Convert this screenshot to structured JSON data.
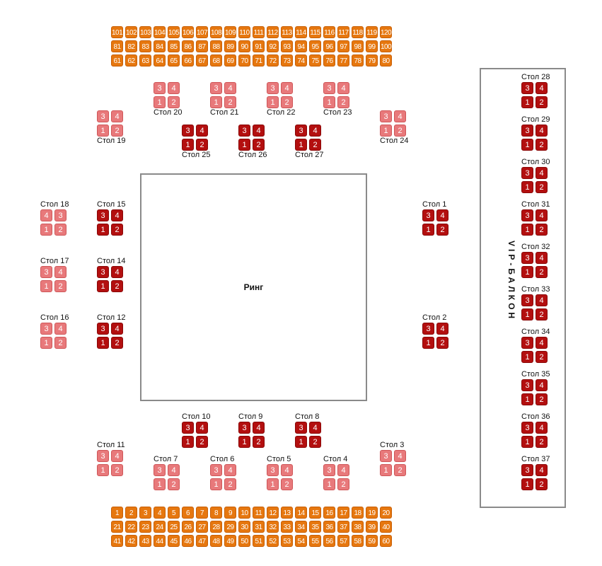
{
  "ring_label": "Ринг",
  "vip_label": "VIP-БАЛКОН",
  "colors": {
    "row_seat": "#e6770f",
    "vip_table": "#b30f0f",
    "standard_table": "#e8797b"
  },
  "rows_top": [
    [
      "101",
      "102",
      "103",
      "104",
      "105",
      "106",
      "107",
      "108",
      "109",
      "110",
      "111",
      "112",
      "113",
      "114",
      "115",
      "116",
      "117",
      "118",
      "119",
      "120"
    ],
    [
      "81",
      "82",
      "83",
      "84",
      "85",
      "86",
      "87",
      "88",
      "89",
      "90",
      "91",
      "92",
      "93",
      "94",
      "95",
      "96",
      "97",
      "98",
      "99",
      "100"
    ],
    [
      "61",
      "62",
      "63",
      "64",
      "65",
      "66",
      "67",
      "68",
      "69",
      "70",
      "71",
      "72",
      "73",
      "74",
      "75",
      "76",
      "77",
      "78",
      "79",
      "80"
    ]
  ],
  "rows_bottom": [
    [
      "1",
      "2",
      "3",
      "4",
      "5",
      "6",
      "7",
      "8",
      "9",
      "10",
      "11",
      "12",
      "13",
      "14",
      "15",
      "16",
      "17",
      "18",
      "19",
      "20"
    ],
    [
      "21",
      "22",
      "23",
      "24",
      "25",
      "26",
      "27",
      "28",
      "29",
      "30",
      "31",
      "32",
      "33",
      "34",
      "35",
      "36",
      "37",
      "38",
      "39",
      "40"
    ],
    [
      "41",
      "42",
      "43",
      "44",
      "45",
      "46",
      "47",
      "48",
      "49",
      "50",
      "51",
      "52",
      "53",
      "54",
      "55",
      "56",
      "57",
      "58",
      "59",
      "60"
    ]
  ],
  "tables": [
    {
      "label": "Стол 20",
      "tone": "light",
      "seats": [
        "3",
        "4",
        "1",
        "2"
      ]
    },
    {
      "label": "Стол 21",
      "tone": "light",
      "seats": [
        "3",
        "4",
        "1",
        "2"
      ]
    },
    {
      "label": "Стол 22",
      "tone": "light",
      "seats": [
        "3",
        "4",
        "1",
        "2"
      ]
    },
    {
      "label": "Стол 23",
      "tone": "light",
      "seats": [
        "3",
        "4",
        "1",
        "2"
      ]
    },
    {
      "label": "Стол 19",
      "tone": "light",
      "seats": [
        "3",
        "4",
        "1",
        "2"
      ]
    },
    {
      "label": "Стол 24",
      "tone": "light",
      "seats": [
        "3",
        "4",
        "1",
        "2"
      ]
    },
    {
      "label": "Стол 25",
      "tone": "dark",
      "seats": [
        "3",
        "4",
        "1",
        "2"
      ]
    },
    {
      "label": "Стол 26",
      "tone": "dark",
      "seats": [
        "3",
        "4",
        "1",
        "2"
      ]
    },
    {
      "label": "Стол 27",
      "tone": "dark",
      "seats": [
        "3",
        "4",
        "1",
        "2"
      ]
    },
    {
      "label": "Стол 18",
      "tone": "light",
      "seats": [
        "4",
        "3",
        "1",
        "2"
      ]
    },
    {
      "label": "Стол 15",
      "tone": "dark",
      "seats": [
        "3",
        "4",
        "1",
        "2"
      ]
    },
    {
      "label": "Стол 17",
      "tone": "light",
      "seats": [
        "3",
        "4",
        "1",
        "2"
      ]
    },
    {
      "label": "Стол 14",
      "tone": "dark",
      "seats": [
        "3",
        "4",
        "1",
        "2"
      ]
    },
    {
      "label": "Стол 16",
      "tone": "light",
      "seats": [
        "3",
        "4",
        "1",
        "2"
      ]
    },
    {
      "label": "Стол 12",
      "tone": "dark",
      "seats": [
        "3",
        "4",
        "1",
        "2"
      ]
    },
    {
      "label": "Стол 1",
      "tone": "dark",
      "seats": [
        "3",
        "4",
        "1",
        "2"
      ]
    },
    {
      "label": "Стол 2",
      "tone": "dark",
      "seats": [
        "3",
        "4",
        "1",
        "2"
      ]
    },
    {
      "label": "Стол 10",
      "tone": "dark",
      "seats": [
        "3",
        "4",
        "1",
        "2"
      ]
    },
    {
      "label": "Стол 9",
      "tone": "dark",
      "seats": [
        "3",
        "4",
        "1",
        "2"
      ]
    },
    {
      "label": "Стол 8",
      "tone": "dark",
      "seats": [
        "3",
        "4",
        "1",
        "2"
      ]
    },
    {
      "label": "Стол 11",
      "tone": "light",
      "seats": [
        "3",
        "4",
        "1",
        "2"
      ]
    },
    {
      "label": "Стол 3",
      "tone": "light",
      "seats": [
        "3",
        "4",
        "1",
        "2"
      ]
    },
    {
      "label": "Стол 7",
      "tone": "light",
      "seats": [
        "3",
        "4",
        "1",
        "2"
      ]
    },
    {
      "label": "Стол 6",
      "tone": "light",
      "seats": [
        "3",
        "4",
        "1",
        "2"
      ]
    },
    {
      "label": "Стол 5",
      "tone": "light",
      "seats": [
        "3",
        "4",
        "1",
        "2"
      ]
    },
    {
      "label": "Стол 4",
      "tone": "light",
      "seats": [
        "3",
        "4",
        "1",
        "2"
      ]
    },
    {
      "label": "Стол 28",
      "tone": "dark",
      "seats": [
        "3",
        "4",
        "1",
        "2"
      ]
    },
    {
      "label": "Стол 29",
      "tone": "dark",
      "seats": [
        "3",
        "4",
        "1",
        "2"
      ]
    },
    {
      "label": "Стол 30",
      "tone": "dark",
      "seats": [
        "3",
        "4",
        "1",
        "2"
      ]
    },
    {
      "label": "Стол 31",
      "tone": "dark",
      "seats": [
        "3",
        "4",
        "1",
        "2"
      ]
    },
    {
      "label": "Стол 32",
      "tone": "dark",
      "seats": [
        "3",
        "4",
        "1",
        "2"
      ]
    },
    {
      "label": "Стол 33",
      "tone": "dark",
      "seats": [
        "3",
        "4",
        "1",
        "2"
      ]
    },
    {
      "label": "Стол 34",
      "tone": "dark",
      "seats": [
        "3",
        "4",
        "1",
        "2"
      ]
    },
    {
      "label": "Стол 35",
      "tone": "dark",
      "seats": [
        "3",
        "4",
        "1",
        "2"
      ]
    },
    {
      "label": "Стол 36",
      "tone": "dark",
      "seats": [
        "3",
        "4",
        "1",
        "2"
      ]
    },
    {
      "label": "Стол 37",
      "tone": "dark",
      "seats": [
        "3",
        "4",
        "1",
        "2"
      ]
    }
  ]
}
